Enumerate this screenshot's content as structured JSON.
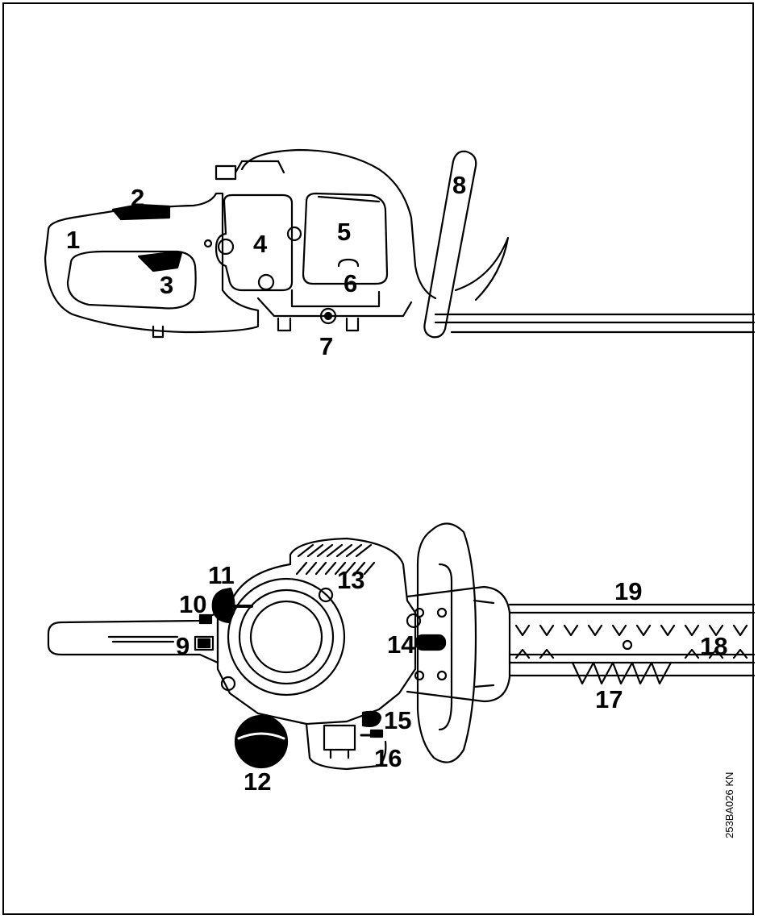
{
  "figure": {
    "code": "253BA026 KN",
    "callouts": {
      "c1": "1",
      "c2": "2",
      "c3": "3",
      "c4": "4",
      "c5": "5",
      "c6": "6",
      "c7": "7",
      "c8": "8",
      "c9": "9",
      "c10": "10",
      "c11": "11",
      "c12": "12",
      "c13": "13",
      "c14": "14",
      "c15": "15",
      "c16": "16",
      "c17": "17",
      "c18": "18",
      "c19": "19"
    }
  }
}
